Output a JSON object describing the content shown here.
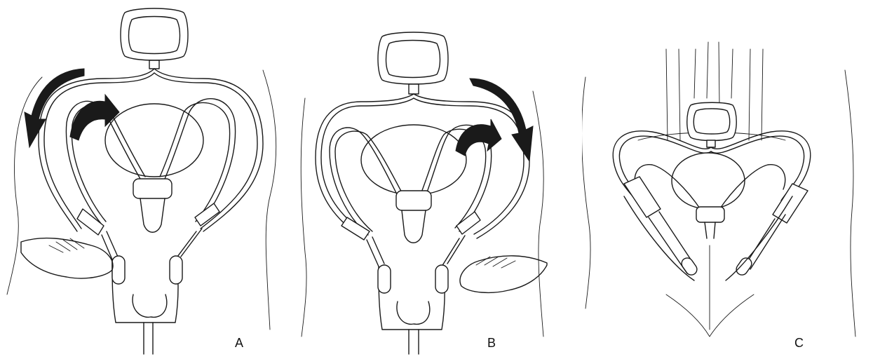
{
  "figure": {
    "panels": [
      {
        "id": "A",
        "label": "A"
      },
      {
        "id": "B",
        "label": "B"
      },
      {
        "id": "C",
        "label": "C"
      }
    ],
    "colors": {
      "ink": "#1a1a1a",
      "paper": "#ffffff"
    }
  }
}
